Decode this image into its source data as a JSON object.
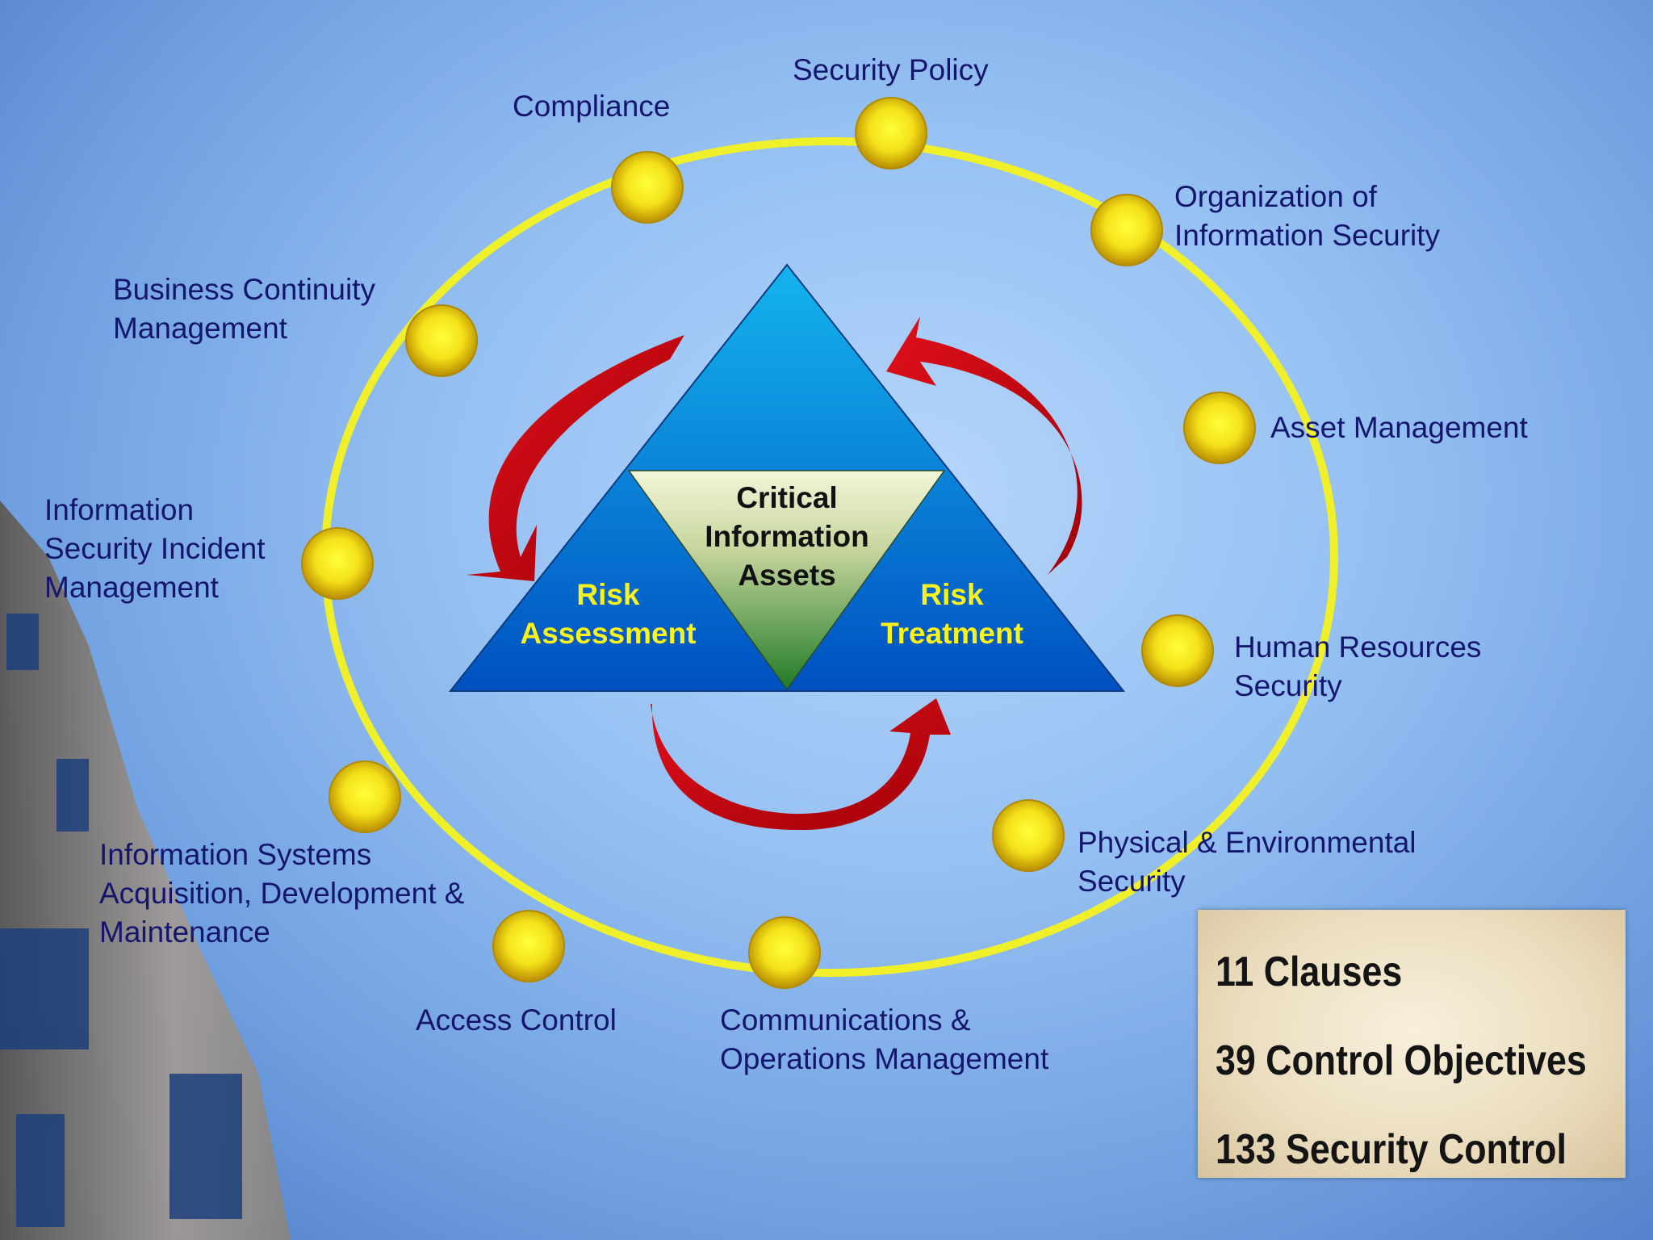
{
  "clauses": [
    {
      "id": "security-policy",
      "label": "Security Policy"
    },
    {
      "id": "compliance",
      "label": "Compliance"
    },
    {
      "id": "organization",
      "label": "Organization of\nInformation Security"
    },
    {
      "id": "business-continuity",
      "label": "Business Continuity\nManagement"
    },
    {
      "id": "asset-management",
      "label": "Asset Management"
    },
    {
      "id": "incident-management",
      "label": "Information\nSecurity Incident\nManagement"
    },
    {
      "id": "human-resources",
      "label": "Human Resources\nSecurity"
    },
    {
      "id": "physical-environmental",
      "label": "Physical & Environmental\nSecurity"
    },
    {
      "id": "systems-acquisition",
      "label": "Information Systems\nAcquisition, Development &\nMaintenance"
    },
    {
      "id": "access-control",
      "label": "Access Control"
    },
    {
      "id": "communications-operations",
      "label": "Communications &\nOperations Management"
    }
  ],
  "triangle": {
    "risk_assessment": "Risk\nAssessment",
    "critical_assets": "Critical\nInformation\nAssets",
    "risk_treatment": "Risk\nTreatment"
  },
  "summary": {
    "clauses": "11 Clauses",
    "objectives": "39 Control Objectives",
    "controls": "133 Security Control"
  },
  "colors": {
    "label_text": "#14166e",
    "ring": "#f0f02a",
    "node": "#e8c400",
    "arrow": "#c8000a",
    "triangle_blue": "#0a6fd4",
    "triangle_inner_top": "#e8f0c8",
    "triangle_inner_bottom": "#2a7a2a",
    "triangle_text": "#fbf31b"
  }
}
